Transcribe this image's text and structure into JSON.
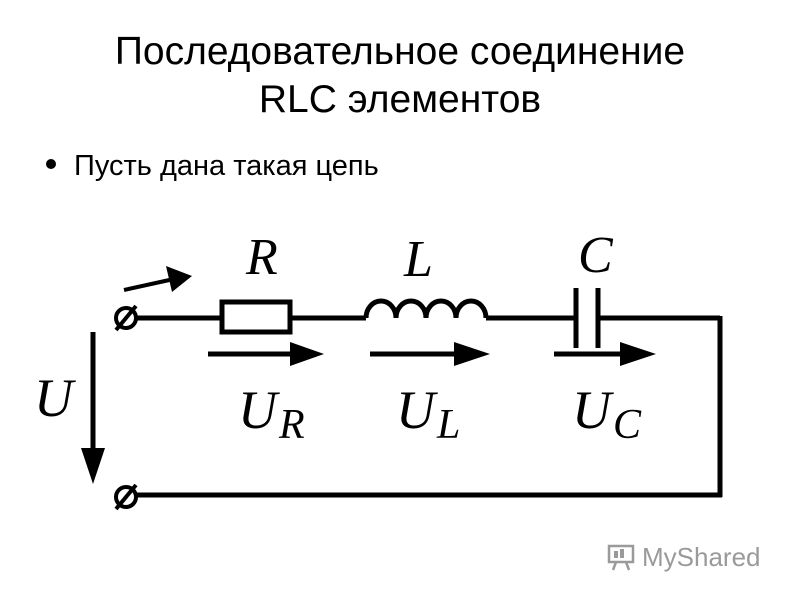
{
  "title": {
    "line1": "Последовательное соединение",
    "line2": "RLC элементов"
  },
  "bullet": {
    "text": "Пусть дана такая цепь"
  },
  "circuit": {
    "elements": [
      {
        "id": "R",
        "symbol": "R",
        "voltage_main": "U",
        "voltage_sub": "R"
      },
      {
        "id": "L",
        "symbol": "L",
        "voltage_main": "U",
        "voltage_sub": "L"
      },
      {
        "id": "C",
        "symbol": "C",
        "voltage_main": "U",
        "voltage_sub": "C"
      }
    ],
    "source_voltage": "U",
    "line_color": "#000000"
  },
  "watermark": {
    "text": "MyShared",
    "icon": "presentation-board-icon",
    "color": "#9a9a9a"
  }
}
